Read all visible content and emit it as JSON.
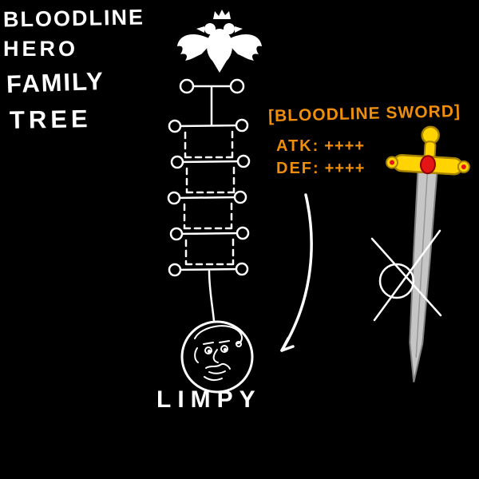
{
  "title": {
    "lines": [
      "BLOODLINE",
      "HERO",
      "FAMILY",
      "TREE"
    ]
  },
  "item": {
    "name": "[BLOODLINE SWORD]",
    "stats": [
      {
        "label": "ATK:",
        "value": "++++"
      },
      {
        "label": "DEF:",
        "value": "++++"
      }
    ]
  },
  "tree": {
    "caption": "LIMPY"
  },
  "colors": {
    "background": "#000000",
    "ink": "#ffffff",
    "accent": "#ee8e0c",
    "sword_gold": "#ffd400",
    "sword_gold_outline": "#a88400",
    "sword_gem": "#e31515",
    "sword_blade": "#c6c6c6"
  }
}
